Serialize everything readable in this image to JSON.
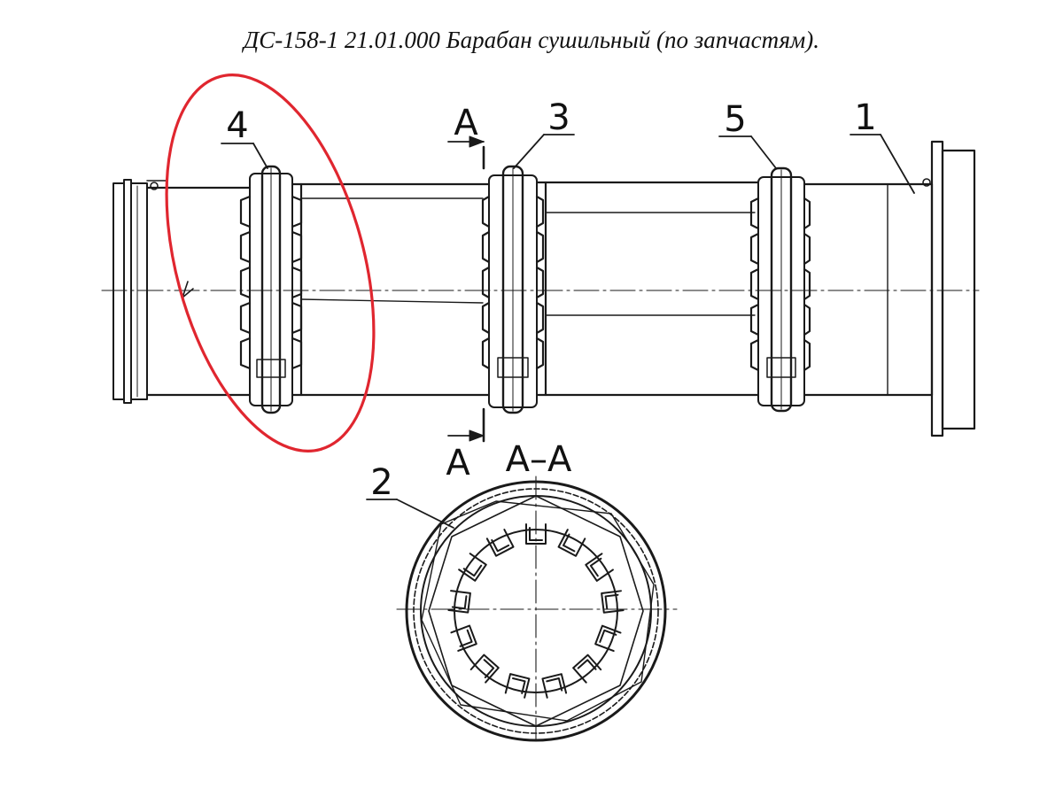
{
  "title": "ДС-158-1 21.01.000 Барабан сушильный (по запчастям).",
  "labels": {
    "part_1": "1",
    "part_2": "2",
    "part_3": "3",
    "part_4": "4",
    "part_5": "5",
    "section_mark_top": "A",
    "section_mark_bottom": "A",
    "section_title": "A–A"
  },
  "colors": {
    "line": "#1a1a1a",
    "highlight": "#e0262f"
  }
}
